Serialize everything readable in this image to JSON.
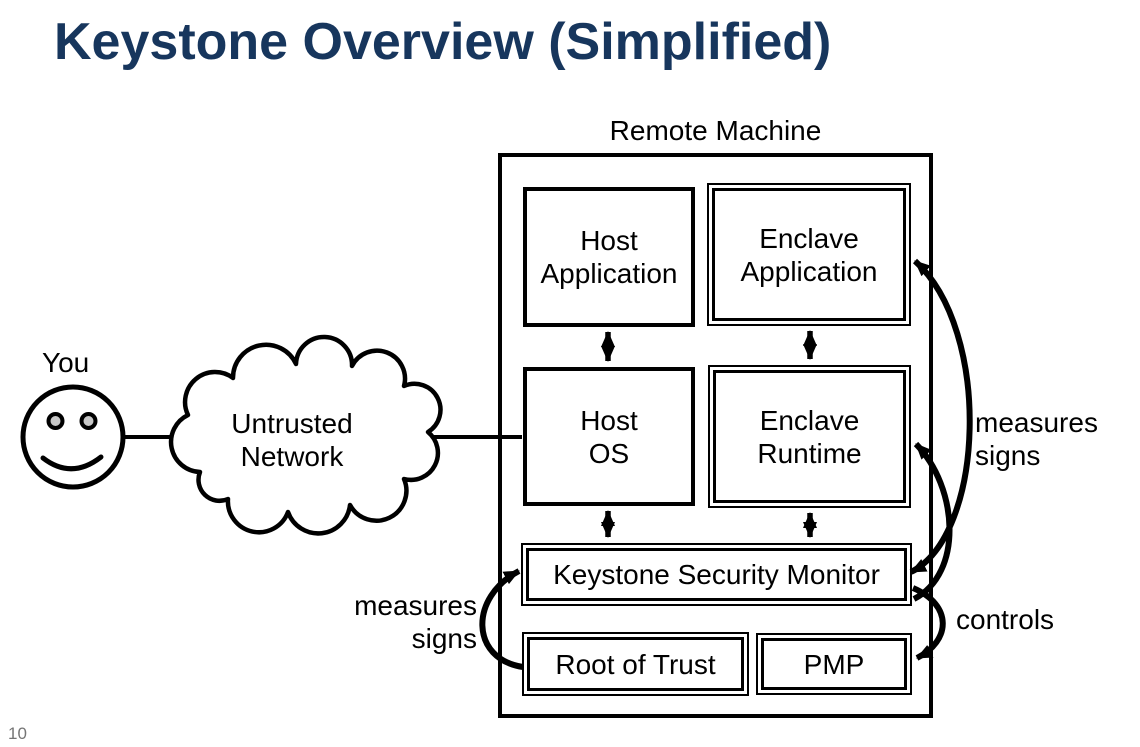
{
  "slide": {
    "title": "Keystone Overview (Simplified)",
    "page_number": "10"
  },
  "diagram": {
    "remote_machine": "Remote Machine",
    "you": "You",
    "untrusted_network": "Untrusted Network",
    "boxes": {
      "host_application": "Host Application",
      "enclave_application": "Enclave Application",
      "host_os": "Host OS",
      "enclave_runtime": "Enclave Runtime",
      "keystone_security_monitor": "Keystone Security Monitor",
      "root_of_trust": "Root of Trust",
      "pmp": "PMP"
    },
    "annotations": {
      "measures_signs_left": "measures signs",
      "measures_signs_right": "measures signs",
      "controls": "controls"
    },
    "colors": {
      "title": "#17365D",
      "diagram_ink": "#000000",
      "page_number": "#757575"
    }
  }
}
